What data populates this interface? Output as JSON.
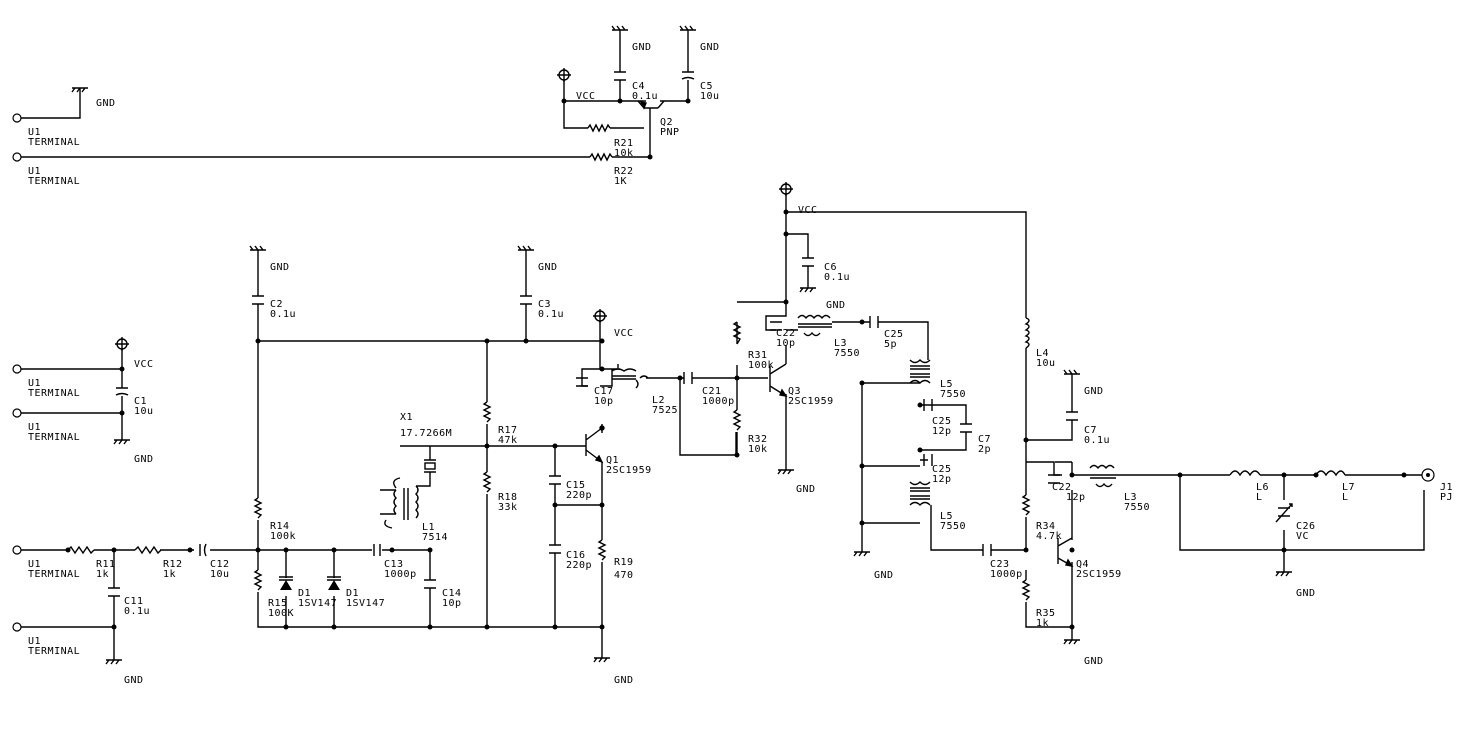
{
  "schematic": {
    "labels": {
      "gnd": "GND",
      "vcc": "VCC",
      "u1": "U1",
      "terminal": "TERMINAL",
      "c1": "C1",
      "c1_val": "10u",
      "c2": "C2",
      "c2_val": "0.1u",
      "c3": "C3",
      "c3_val": "0.1u",
      "c4": "C4",
      "c4_val": "0.1u",
      "c5": "C5",
      "c5_val": "10u",
      "c6": "C6",
      "c6_val": "0.1u",
      "c7a": "C7",
      "c7a_val": "2p",
      "c7b": "C7",
      "c7b_val": "0.1u",
      "c11": "C11",
      "c11_val": "0.1u",
      "c12": "C12",
      "c12_val": "10u",
      "c13": "C13",
      "c13_val": "1000p",
      "c14": "C14",
      "c14_val": "10p",
      "c15": "C15",
      "c15_val": "220p",
      "c16": "C16",
      "c16_val": "220p",
      "c17": "C17",
      "c17_val": "10p",
      "c21": "C21",
      "c21_val": "1000p",
      "c22a": "C22",
      "c22a_val": "10p",
      "c22b": "C22",
      "c22b_val": "12p",
      "c23": "C23",
      "c23_val": "1000p",
      "c25a": "C25",
      "c25a_val": "5p",
      "c25b": "C25",
      "c25b_val": "12p",
      "c25c": "C25",
      "c25c_val": "12p",
      "c26": "C26",
      "c26_val": "VC",
      "r11": "R11",
      "r11_val": "1k",
      "r12": "R12",
      "r12_val": "1k",
      "r14": "R14",
      "r14_val": "100k",
      "r15": "R15",
      "r15_val": "100K",
      "r17": "R17",
      "r17_val": "47k",
      "r18": "R18",
      "r18_val": "33k",
      "r19": "R19",
      "r19_val": "470",
      "r21": "R21",
      "r21_val": "10k",
      "r22": "R22",
      "r22_val": "1K",
      "r31": "R31",
      "r31_val": "100k",
      "r32": "R32",
      "r32_val": "10k",
      "r34": "R34",
      "r34_val": "4.7k",
      "r35": "R35",
      "r35_val": "1k",
      "d1": "D1",
      "d1_val": "1SV147",
      "x1": "X1",
      "x1_val": "17.7266M",
      "l1": "L1",
      "l1_val": "7514",
      "l2": "L2",
      "l2_val": "7525",
      "l3a": "L3",
      "l3a_val": "7550",
      "l3b": "L3",
      "l3b_val": "7550",
      "l4": "L4",
      "l4_val": "10u",
      "l5a": "L5",
      "l5a_val": "7550",
      "l5b": "L5",
      "l5b_val": "7550",
      "l6": "L6",
      "l6_val": "L",
      "l7": "L7",
      "l7_val": "L",
      "q1": "Q1",
      "q1_val": "2SC1959",
      "q2": "Q2",
      "q2_val": "PNP",
      "q3": "Q3",
      "q3_val": "2SC1959",
      "q4": "Q4",
      "q4_val": "2SC1959",
      "j1": "J1",
      "j1_val": "PJ"
    }
  }
}
